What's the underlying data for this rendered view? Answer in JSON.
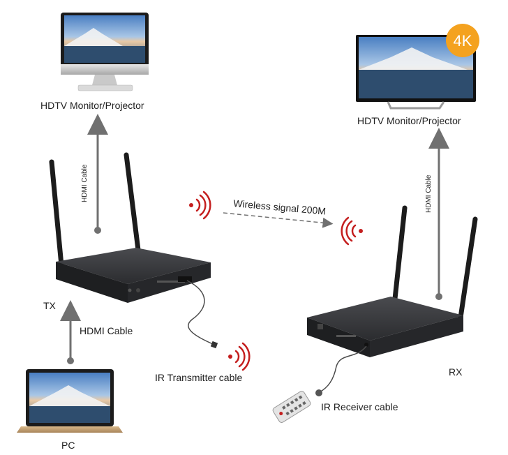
{
  "labels": {
    "monitor_left": "HDTV Monitor/Projector",
    "monitor_right": "HDTV Monitor/Projector",
    "badge_4k": "4K",
    "hdmi_vertical_left": "HDMI Cable",
    "hdmi_vertical_right": "HDMI Cable",
    "hdmi_pc": "HDMI Cable",
    "wireless": "Wireless signal 200M",
    "tx": "TX",
    "rx": "RX",
    "pc": "PC",
    "ir_transmitter": "IR Transmitter cable",
    "ir_receiver": "IR Receiver cable"
  },
  "colors": {
    "signal": "#c41e1e",
    "arrow": "#707070",
    "device": "#2b2c2f",
    "badge": "#f4a21f"
  }
}
